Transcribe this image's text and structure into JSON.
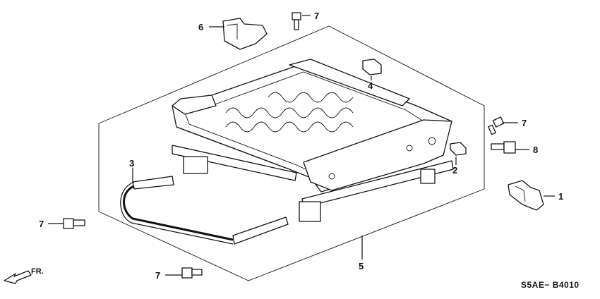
{
  "diagram": {
    "callouts": [
      {
        "id": "c1",
        "label": "1"
      },
      {
        "id": "c2",
        "label": "2"
      },
      {
        "id": "c3",
        "label": "3"
      },
      {
        "id": "c4",
        "label": "4"
      },
      {
        "id": "c5",
        "label": "5"
      },
      {
        "id": "c6",
        "label": "6"
      },
      {
        "id": "c7a",
        "label": "7"
      },
      {
        "id": "c7b",
        "label": "7"
      },
      {
        "id": "c7c",
        "label": "7"
      },
      {
        "id": "c7d",
        "label": "7"
      },
      {
        "id": "c8",
        "label": "8"
      }
    ],
    "direction_label": "FR.",
    "drawing_code": "S5AE− B4010"
  }
}
